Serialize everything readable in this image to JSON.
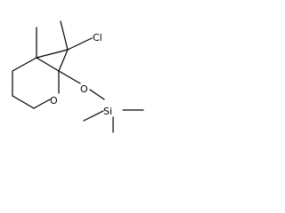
{
  "molecule": {
    "atoms": {
      "chlorine": "Cl",
      "ring_oxygen": "O",
      "ether_oxygen": "O",
      "silicon": "Si"
    }
  },
  "colors": {
    "bond": "#000000",
    "label": "#000000",
    "background": "#ffffff"
  }
}
